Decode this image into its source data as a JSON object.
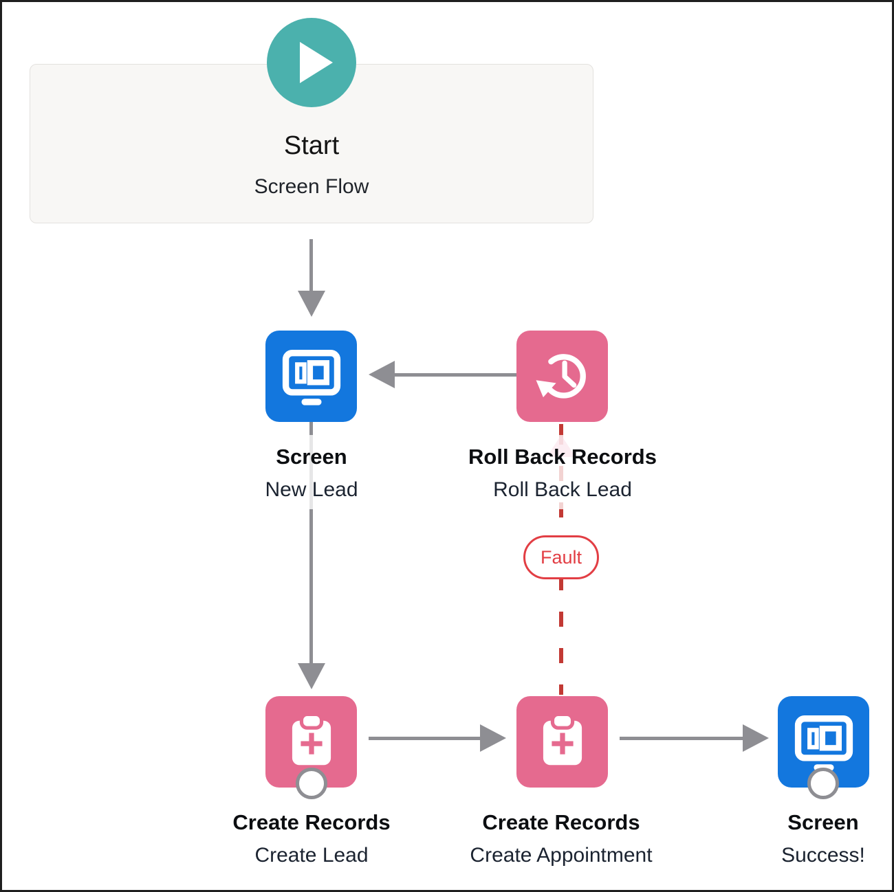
{
  "flow_canvas": {
    "start": {
      "title": "Start",
      "subtitle": "Screen Flow",
      "icon": "play-icon"
    },
    "nodes": {
      "screen_new_lead": {
        "type_label": "Screen",
        "name": "New Lead",
        "icon": "screen-icon",
        "color": "#1377de"
      },
      "roll_back_records": {
        "type_label": "Roll Back Records",
        "name": "Roll Back Lead",
        "icon": "history-icon",
        "color": "#e56a8f"
      },
      "create_lead": {
        "type_label": "Create Records",
        "name": "Create Lead",
        "icon": "clipboard-add-icon",
        "color": "#e56a8f"
      },
      "create_appointment": {
        "type_label": "Create Records",
        "name": "Create Appointment",
        "icon": "clipboard-add-icon",
        "color": "#e56a8f"
      },
      "screen_success": {
        "type_label": "Screen",
        "name": "Success!",
        "icon": "screen-icon",
        "color": "#1377de"
      }
    },
    "connectors": {
      "fault_label": "Fault"
    },
    "colors": {
      "start_teal": "#4bb1ad",
      "screen_blue": "#1377de",
      "data_pink": "#e56a8f",
      "connector_gray": "#8e8e93",
      "fault_line_red": "#c23934",
      "fault_badge_red": "#e23e44",
      "start_box_bg": "#f8f7f5"
    }
  }
}
